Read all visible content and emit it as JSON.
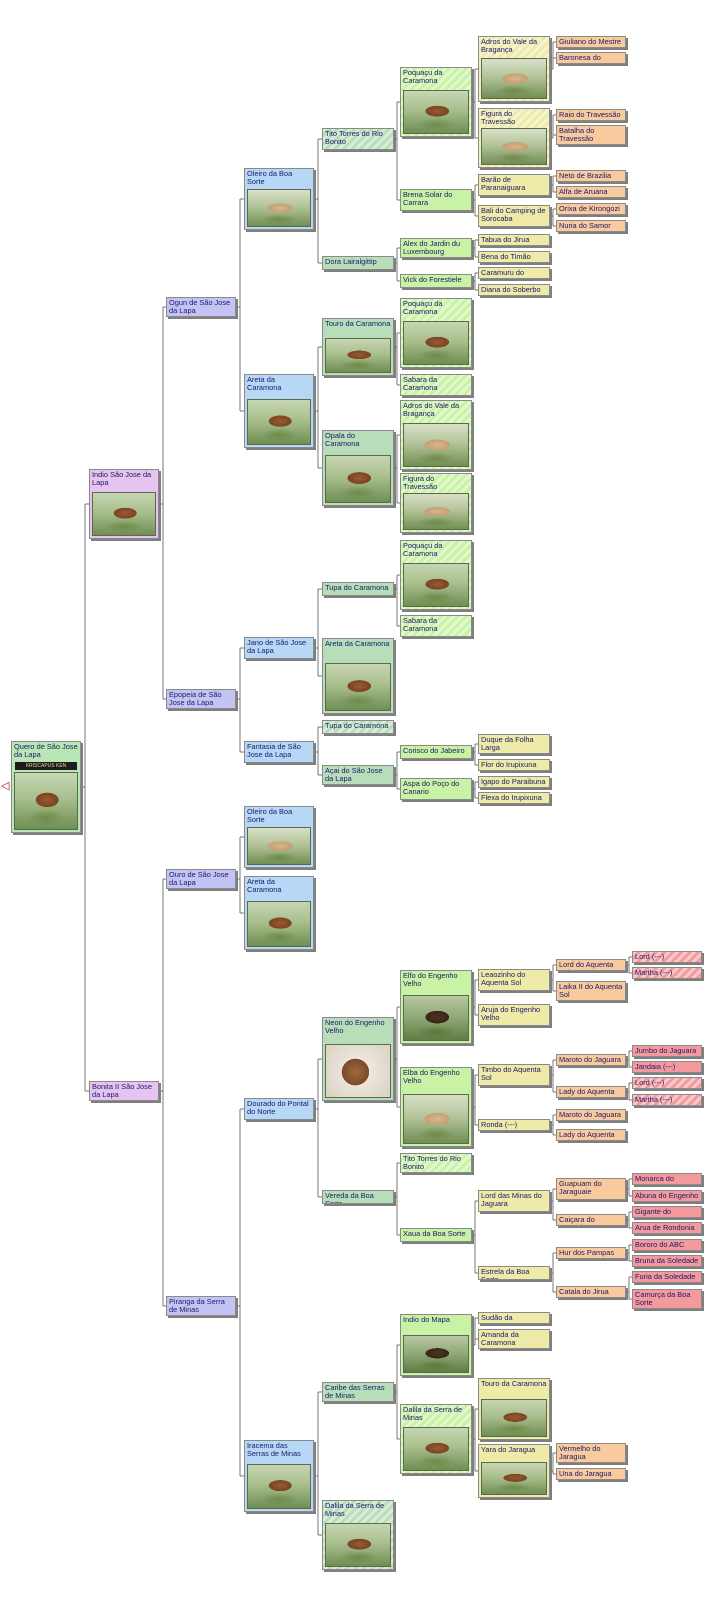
{
  "colors": {
    "g0": "#b9e6b4",
    "g1": "#e6c4f0",
    "g2": "#c4c4f4",
    "g3": "#b6d8f6",
    "g4": "#b7deb9",
    "g5": "#c8f2a4",
    "g6": "#eeeaa8",
    "g7": "#f9ca9e",
    "g8": "#f49a9c",
    "line": "#555555"
  },
  "expander_icon": "◁",
  "nodes": [
    {
      "id": "n0",
      "label": "Quero de São Jose da Lapa",
      "gen": 0,
      "photo": "pd",
      "logo": "KRISCAPUS KEN"
    },
    {
      "id": "n1",
      "label": "Indio São Jose da Lapa",
      "gen": 1,
      "photo": "pd"
    },
    {
      "id": "n2",
      "label": "Bonita II São Jose da Lapa",
      "gen": 1
    },
    {
      "id": "n3",
      "label": "Ogun de São Jose da Lapa",
      "gen": 2
    },
    {
      "id": "n4",
      "label": "Epopeia de São Jose da Lapa",
      "gen": 2
    },
    {
      "id": "n5",
      "label": "Ouro de São Jose da Lapa",
      "gen": 2
    },
    {
      "id": "n6",
      "label": "Piranga da Serra de Minas",
      "gen": 2
    },
    {
      "id": "n7",
      "label": "Oleiro da Boa Sorte",
      "gen": 3,
      "photo": "lt"
    },
    {
      "id": "n8",
      "label": "Areta da Caramona",
      "gen": 3,
      "photo": "pd"
    },
    {
      "id": "n9",
      "label": "Jano de São Jose da Lapa",
      "gen": 3
    },
    {
      "id": "n10",
      "label": "Fantasia de São Jose da Lapa",
      "gen": 3
    },
    {
      "id": "n11",
      "label": "Oleiro da Boa Sorte",
      "gen": 3,
      "photo": "lt"
    },
    {
      "id": "n12",
      "label": "Areta da Caramona",
      "gen": 3,
      "photo": "pd"
    },
    {
      "id": "n13",
      "label": "Dourado do Pontal do Norte",
      "gen": 3
    },
    {
      "id": "n14",
      "label": "Iracema das Serras de Minas",
      "gen": 3,
      "photo": "pd"
    },
    {
      "id": "n15",
      "label": "Tito Torres do Rio Bonito",
      "gen": 4,
      "hatch": true
    },
    {
      "id": "n16",
      "label": "Dora Lairalgittip",
      "gen": 4
    },
    {
      "id": "n17",
      "label": "Touro da Caramona",
      "gen": 4,
      "photo": "pd"
    },
    {
      "id": "n18",
      "label": "Opala do Caramona",
      "gen": 4,
      "photo": "pd"
    },
    {
      "id": "n19",
      "label": "Tupa do Caramona",
      "gen": 4
    },
    {
      "id": "n20",
      "label": "Areta da Caramona",
      "gen": 4,
      "photo": "pd"
    },
    {
      "id": "n21",
      "label": "Tupa do Caramona",
      "gen": 4,
      "hatch": true
    },
    {
      "id": "n22",
      "label": "Açai do São Jose da Lapa",
      "gen": 4
    },
    {
      "id": "n23",
      "label": "Neon do Engenho Velho",
      "gen": 4,
      "photo": "hd"
    },
    {
      "id": "n24",
      "label": "Vereda da Boa Sorte",
      "gen": 4
    },
    {
      "id": "n25",
      "label": "Caribe das Serras de Minas",
      "gen": 4
    },
    {
      "id": "n26",
      "label": "Dalila da Serra de Minas",
      "gen": 4,
      "photo": "pd",
      "hatch": true
    },
    {
      "id": "n27",
      "label": "Poquaçu da Caramona",
      "gen": 5,
      "photo": "pd",
      "hatch": true
    },
    {
      "id": "n28",
      "label": "Brena Solar do Carrara",
      "gen": 5
    },
    {
      "id": "n29",
      "label": "Alex do Jardin du Luxembourg",
      "gen": 5
    },
    {
      "id": "n30",
      "label": "Vick do Forestiele",
      "gen": 5
    },
    {
      "id": "n31",
      "label": "Poquaçu da Caramona",
      "gen": 5,
      "photo": "pd",
      "hatch": true
    },
    {
      "id": "n32",
      "label": "Sabara da Caramona",
      "gen": 5,
      "hatch": true
    },
    {
      "id": "n33",
      "label": "Adros do Vale da Bragança",
      "gen": 5,
      "photo": "lt",
      "hatch": true
    },
    {
      "id": "n34",
      "label": "Figura do Travessão",
      "gen": 5,
      "photo": "lt",
      "hatch": true
    },
    {
      "id": "n35",
      "label": "Poquaçu da Caramona",
      "gen": 5,
      "photo": "pd",
      "hatch": true
    },
    {
      "id": "n36",
      "label": "Sabara da Caramona",
      "gen": 5,
      "hatch": true
    },
    {
      "id": "n37",
      "label": "Corisco do Jabeiro",
      "gen": 5
    },
    {
      "id": "n38",
      "label": "Aspa do Poço do Canario",
      "gen": 5
    },
    {
      "id": "n39",
      "label": "Elfo do Engenho Velho",
      "gen": 5,
      "photo": "dk"
    },
    {
      "id": "n40",
      "label": "Elba do Engenho Velho",
      "gen": 5,
      "photo": "lt"
    },
    {
      "id": "n41",
      "label": "Tito Torres do Rio Bonito",
      "gen": 5,
      "hatch": true
    },
    {
      "id": "n42",
      "label": "Xaua da Boa Sorte",
      "gen": 5
    },
    {
      "id": "n43",
      "label": "Indio do Mapa",
      "gen": 5,
      "photo": "dk"
    },
    {
      "id": "n44",
      "label": "Dalila da Serra de Minas",
      "gen": 5,
      "photo": "pd",
      "hatch": true
    },
    {
      "id": "n45",
      "label": "Adros do Vale da Bragança",
      "gen": 6,
      "photo": "lt",
      "hatch": true
    },
    {
      "id": "n46",
      "label": "Figura do Travessão",
      "gen": 6,
      "photo": "lt",
      "hatch": true
    },
    {
      "id": "n47",
      "label": "Barão de Paranaiguara",
      "gen": 6
    },
    {
      "id": "n48",
      "label": "Bali do Camping de Sorocaba",
      "gen": 6
    },
    {
      "id": "n49",
      "label": "Tabua do Jirua",
      "gen": 6
    },
    {
      "id": "n50",
      "label": "Bena do Timão",
      "gen": 6
    },
    {
      "id": "n51",
      "label": "Caramuru do Banzo",
      "gen": 6
    },
    {
      "id": "n52",
      "label": "Diana do Soberbo",
      "gen": 6
    },
    {
      "id": "n53",
      "label": "Duque da Folha Larga",
      "gen": 6
    },
    {
      "id": "n54",
      "label": "Flor do Irupixuna",
      "gen": 6
    },
    {
      "id": "n55",
      "label": "Igapo do Paraibuna",
      "gen": 6
    },
    {
      "id": "n56",
      "label": "Flexa do Irupixuna",
      "gen": 6
    },
    {
      "id": "n57",
      "label": "Leaozinho do Aquenta Sol",
      "gen": 6
    },
    {
      "id": "n58",
      "label": "Aruja do Engenho Velho",
      "gen": 6
    },
    {
      "id": "n59",
      "label": "Timbo do Aquenta Sol",
      "gen": 6
    },
    {
      "id": "n60",
      "label": "Ronda (---)",
      "gen": 6
    },
    {
      "id": "n61",
      "label": "Lord das Minas do Jaguara",
      "gen": 6
    },
    {
      "id": "n62",
      "label": "Estrela da Boa Sorte",
      "gen": 6
    },
    {
      "id": "n63",
      "label": "Sudão da Caramona",
      "gen": 6
    },
    {
      "id": "n64",
      "label": "Amanda da Caramona",
      "gen": 6
    },
    {
      "id": "n65",
      "label": "Touro da Caramona",
      "gen": 6,
      "photo": "pd"
    },
    {
      "id": "n66",
      "label": "Yara do Jaragua",
      "gen": 6,
      "photo": "pd"
    },
    {
      "id": "n67",
      "label": "Giuliano do Mestre",
      "gen": 7
    },
    {
      "id": "n68",
      "label": "Baronesa do Mestre",
      "gen": 7
    },
    {
      "id": "n69",
      "label": "Raio do Travessão",
      "gen": 7
    },
    {
      "id": "n70",
      "label": "Batalha do Travessão",
      "gen": 7
    },
    {
      "id": "n71",
      "label": "Neto de Brazilia",
      "gen": 7
    },
    {
      "id": "n72",
      "label": "Alfa de Aruana",
      "gen": 7
    },
    {
      "id": "n73",
      "label": "Orixa de Kirongozi",
      "gen": 7
    },
    {
      "id": "n74",
      "label": "Nuria do Samor",
      "gen": 7
    },
    {
      "id": "n75",
      "label": "Lord do Aquenta Sol",
      "gen": 7
    },
    {
      "id": "n76",
      "label": "Laika II do Aquenta Sol",
      "gen": 7
    },
    {
      "id": "n77",
      "label": "Maroto do Jaguara",
      "gen": 7
    },
    {
      "id": "n78",
      "label": "Lady do Aquenta Sol",
      "gen": 7
    },
    {
      "id": "n79",
      "label": "Maroto do Jaguara",
      "gen": 7
    },
    {
      "id": "n80",
      "label": "Lady do Aquenta Sol",
      "gen": 7
    },
    {
      "id": "n81",
      "label": "Guapuam do Jaraguaie",
      "gen": 7
    },
    {
      "id": "n82",
      "label": "Caiçara do Engenho",
      "gen": 7
    },
    {
      "id": "n83",
      "label": "Hur dos Pampas",
      "gen": 7
    },
    {
      "id": "n84",
      "label": "Catala do Jirua",
      "gen": 7
    },
    {
      "id": "n85",
      "label": "Vermelho do Jaragua",
      "gen": 7
    },
    {
      "id": "n86",
      "label": "Una do Jaragua",
      "gen": 7
    },
    {
      "id": "n87",
      "label": "Lord (---)",
      "gen": 8,
      "hatch": true
    },
    {
      "id": "n88",
      "label": "Martha (---)",
      "gen": 8,
      "hatch": true
    },
    {
      "id": "n89",
      "label": "Jumbo do Jaguara",
      "gen": 8
    },
    {
      "id": "n90",
      "label": "Jandaia (---)",
      "gen": 8
    },
    {
      "id": "n91",
      "label": "Lord (---)",
      "gen": 8,
      "hatch": true
    },
    {
      "id": "n92",
      "label": "Martha (---)",
      "gen": 8,
      "hatch": true
    },
    {
      "id": "n93",
      "label": "Monarca do Jaguara",
      "gen": 8
    },
    {
      "id": "n94",
      "label": "Abuna do Engenho",
      "gen": 8
    },
    {
      "id": "n95",
      "label": "Gigante do Jaguara",
      "gen": 8
    },
    {
      "id": "n96",
      "label": "Arua de Rondonia",
      "gen": 8
    },
    {
      "id": "n97",
      "label": "Bororo do ABC",
      "gen": 8
    },
    {
      "id": "n98",
      "label": "Bruna da Soledade",
      "gen": 8
    },
    {
      "id": "n99",
      "label": "Furia da Soledade",
      "gen": 8
    },
    {
      "id": "n100",
      "label": "Camurça da Boa Sorte",
      "gen": 8
    }
  ],
  "links": [
    [
      "n0",
      "n1"
    ],
    [
      "n0",
      "n2"
    ],
    [
      "n1",
      "n3"
    ],
    [
      "n1",
      "n4"
    ],
    [
      "n2",
      "n5"
    ],
    [
      "n2",
      "n6"
    ],
    [
      "n3",
      "n7"
    ],
    [
      "n3",
      "n8"
    ],
    [
      "n4",
      "n9"
    ],
    [
      "n4",
      "n10"
    ],
    [
      "n5",
      "n11"
    ],
    [
      "n5",
      "n12"
    ],
    [
      "n6",
      "n13"
    ],
    [
      "n6",
      "n14"
    ],
    [
      "n7",
      "n15"
    ],
    [
      "n7",
      "n16"
    ],
    [
      "n8",
      "n17"
    ],
    [
      "n8",
      "n18"
    ],
    [
      "n9",
      "n19"
    ],
    [
      "n9",
      "n20"
    ],
    [
      "n10",
      "n21"
    ],
    [
      "n10",
      "n22"
    ],
    [
      "n13",
      "n23"
    ],
    [
      "n13",
      "n24"
    ],
    [
      "n14",
      "n25"
    ],
    [
      "n14",
      "n26"
    ],
    [
      "n15",
      "n27"
    ],
    [
      "n15",
      "n28"
    ],
    [
      "n16",
      "n29"
    ],
    [
      "n16",
      "n30"
    ],
    [
      "n17",
      "n31"
    ],
    [
      "n17",
      "n32"
    ],
    [
      "n18",
      "n33"
    ],
    [
      "n18",
      "n34"
    ],
    [
      "n19",
      "n35"
    ],
    [
      "n19",
      "n36"
    ],
    [
      "n22",
      "n37"
    ],
    [
      "n22",
      "n38"
    ],
    [
      "n23",
      "n39"
    ],
    [
      "n23",
      "n40"
    ],
    [
      "n24",
      "n41"
    ],
    [
      "n24",
      "n42"
    ],
    [
      "n25",
      "n43"
    ],
    [
      "n25",
      "n44"
    ],
    [
      "n27",
      "n45"
    ],
    [
      "n27",
      "n46"
    ],
    [
      "n28",
      "n47"
    ],
    [
      "n28",
      "n48"
    ],
    [
      "n29",
      "n49"
    ],
    [
      "n29",
      "n50"
    ],
    [
      "n30",
      "n51"
    ],
    [
      "n30",
      "n52"
    ],
    [
      "n37",
      "n53"
    ],
    [
      "n37",
      "n54"
    ],
    [
      "n38",
      "n55"
    ],
    [
      "n38",
      "n56"
    ],
    [
      "n39",
      "n57"
    ],
    [
      "n39",
      "n58"
    ],
    [
      "n40",
      "n59"
    ],
    [
      "n40",
      "n60"
    ],
    [
      "n42",
      "n61"
    ],
    [
      "n42",
      "n62"
    ],
    [
      "n43",
      "n63"
    ],
    [
      "n43",
      "n64"
    ],
    [
      "n44",
      "n65"
    ],
    [
      "n44",
      "n66"
    ],
    [
      "n45",
      "n67"
    ],
    [
      "n45",
      "n68"
    ],
    [
      "n46",
      "n69"
    ],
    [
      "n46",
      "n70"
    ],
    [
      "n47",
      "n71"
    ],
    [
      "n47",
      "n72"
    ],
    [
      "n48",
      "n73"
    ],
    [
      "n48",
      "n74"
    ],
    [
      "n57",
      "n75"
    ],
    [
      "n57",
      "n76"
    ],
    [
      "n59",
      "n77"
    ],
    [
      "n59",
      "n78"
    ],
    [
      "n60",
      "n79"
    ],
    [
      "n60",
      "n80"
    ],
    [
      "n61",
      "n81"
    ],
    [
      "n61",
      "n82"
    ],
    [
      "n62",
      "n83"
    ],
    [
      "n62",
      "n84"
    ],
    [
      "n66",
      "n85"
    ],
    [
      "n66",
      "n86"
    ],
    [
      "n75",
      "n87"
    ],
    [
      "n75",
      "n88"
    ],
    [
      "n77",
      "n89"
    ],
    [
      "n77",
      "n90"
    ],
    [
      "n78",
      "n91"
    ],
    [
      "n78",
      "n92"
    ],
    [
      "n81",
      "n93"
    ],
    [
      "n81",
      "n94"
    ],
    [
      "n82",
      "n95"
    ],
    [
      "n82",
      "n96"
    ],
    [
      "n83",
      "n97"
    ],
    [
      "n83",
      "n98"
    ],
    [
      "n84",
      "n99"
    ],
    [
      "n84",
      "n100"
    ]
  ]
}
